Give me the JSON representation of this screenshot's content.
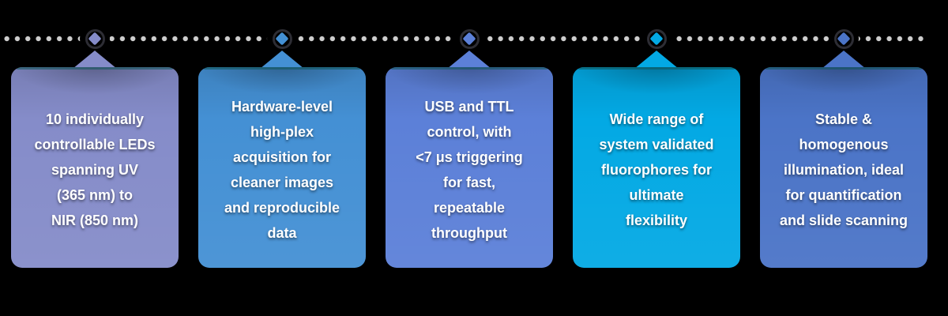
{
  "page": {
    "background_color": "#000000",
    "description": "Feature highlights infographic with dotted timeline and five callout cards"
  },
  "timeline": {
    "small_dot_color": "#cdcdcd",
    "ring_color": "#2d2d34"
  },
  "cards": [
    {
      "id": "leds",
      "color": "#858CC9",
      "text": "10 individually\ncontrollable LEDs\nspanning UV\n(365 nm) to\nNIR (850 nm)"
    },
    {
      "id": "high-plex",
      "color": "#4490D4",
      "text": "Hardware-level\nhigh-plex\nacquisition for\ncleaner images\nand reproducible\ndata"
    },
    {
      "id": "control",
      "color": "#5C80D8",
      "text": "USB and TTL\ncontrol, with\n<7 μs triggering\nfor fast,\nrepeatable\nthroughput"
    },
    {
      "id": "fluorophores",
      "color": "#03A9E4",
      "text": "Wide range of\nsystem validated\nfluorophores for\nultimate\nflexibility"
    },
    {
      "id": "illumination",
      "color": "#4B74C7",
      "text": "Stable &\nhomogenous\nillumination, ideal\nfor quantification\nand slide scanning"
    }
  ]
}
